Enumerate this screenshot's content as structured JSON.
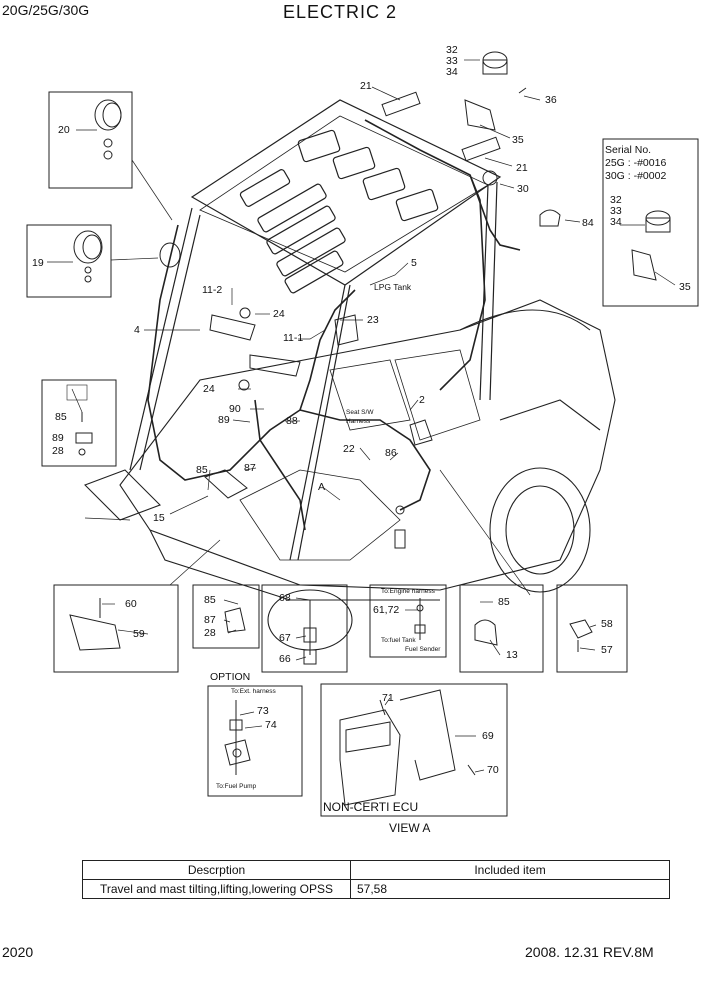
{
  "header": {
    "model": "20G/25G/30G",
    "title": "ELECTRIC 2"
  },
  "footer": {
    "page_number": "2020",
    "revision": "2008. 12.31  REV.8M"
  },
  "serial_box": {
    "title": "Serial No.",
    "line_25g": "25G : -#0016",
    "line_30g": "30G : -#0002"
  },
  "labels": {
    "l20": "20",
    "l19": "19",
    "l4": "4",
    "l15": "15",
    "l21a": "21",
    "l21b": "21",
    "l32a": "32",
    "l33a": "33",
    "l34a": "34",
    "l36": "36",
    "l35a": "35",
    "l30": "30",
    "l84": "84",
    "l32b": "32",
    "l33b": "33",
    "l34b": "34",
    "l35b": "35",
    "l5": "5",
    "l11_2": "11-2",
    "l24a": "24",
    "l11_1": "11-1",
    "l24b": "24",
    "l23": "23",
    "l2": "2",
    "l90": "90",
    "l89a": "89",
    "l88": "88",
    "l22": "22",
    "l86": "86",
    "l87a": "87",
    "l85a": "85",
    "l85b": "85",
    "l89b": "89",
    "l28a": "28",
    "l60": "60",
    "l59": "59",
    "l85c": "85",
    "l87b": "87",
    "l28b": "28",
    "l68": "68",
    "l67": "67",
    "l66": "66",
    "l61_72": "61,72",
    "l85d": "85",
    "l13": "13",
    "l58": "58",
    "l57": "57",
    "l73": "73",
    "l74": "74",
    "l71": "71",
    "l69": "69",
    "l70": "70",
    "a_mark": "A"
  },
  "annotations": {
    "lpg_tank": "LPG Tank",
    "seat_sw": "Seat S/W",
    "harness": "Harness",
    "to_engine_harness": "To:Engine harness",
    "to_fuel_tank": "To:fuel Tank",
    "fuel_sender": "Fuel Sender",
    "option": "OPTION",
    "to_ext_harness": "To:Ext. harness",
    "to_fuel_pump": "To:Fuel Pump",
    "non_certi_ecu": "NON-CERTI ECU",
    "view_a": "VIEW A"
  },
  "table": {
    "headers": [
      "Descrption",
      "Included item"
    ],
    "rows": [
      [
        "Travel and mast tilting,lifting,lowering OPSS",
        "57,58"
      ]
    ]
  }
}
